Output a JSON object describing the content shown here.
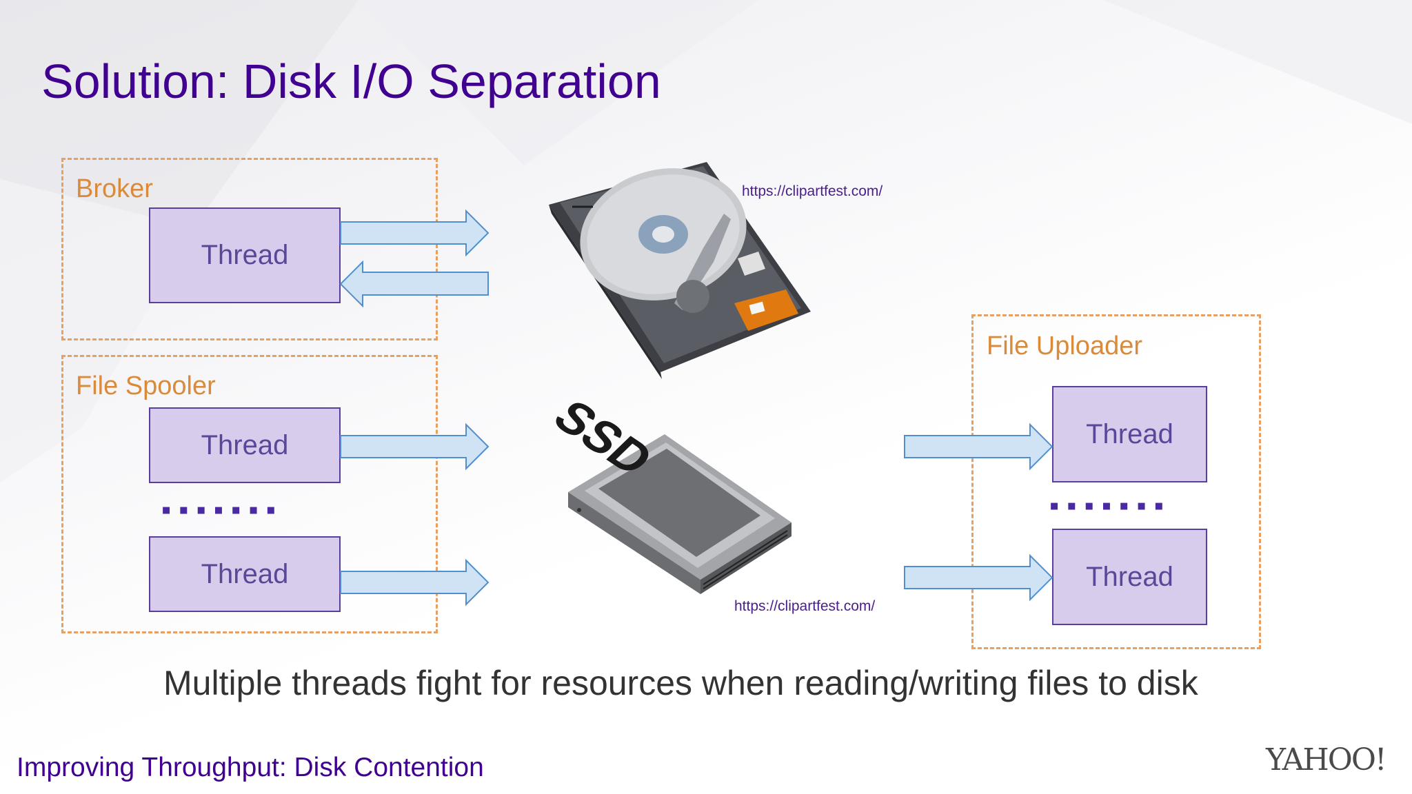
{
  "title": "Solution: Disk I/O Separation",
  "groups": {
    "broker": {
      "label": "Broker",
      "threads": [
        "Thread"
      ]
    },
    "spooler": {
      "label": "File Spooler",
      "threads": [
        "Thread",
        "Thread"
      ]
    },
    "uploader": {
      "label": "File Uploader",
      "threads": [
        "Thread",
        "Thread"
      ]
    }
  },
  "dots": "▪ ▪ ▪ ▪ ▪ ▪ ▪",
  "hdd": {
    "icon": "hard-disk-icon",
    "credit": "https://clipartfest.com/"
  },
  "ssd": {
    "icon": "ssd-icon",
    "credit": "https://clipartfest.com/",
    "label": "SSD"
  },
  "caption": "Multiple threads fight for resources when reading/writing files to disk",
  "footer": "Improving Throughput: Disk Contention",
  "logo": "YAHOO!",
  "colors": {
    "title": "#400090",
    "group_border": "#e8a060",
    "thread_fill": "#d8ccec",
    "arrow_fill": "#cfe3f5",
    "arrow_stroke": "#4f8fcf"
  }
}
